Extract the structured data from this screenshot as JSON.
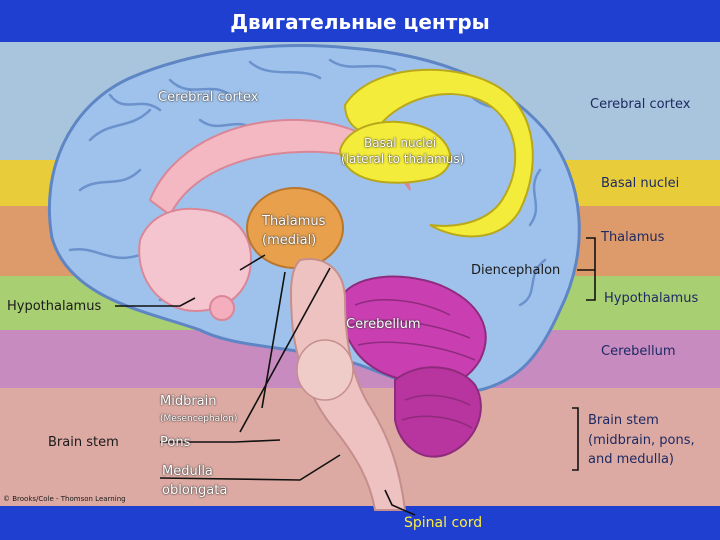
{
  "title": "Двигательные центры",
  "credit": "© Brooks/Cole - Thomson Learning",
  "colors": {
    "background": "#1f3fd0",
    "band_cerebral_cortex": "#a9c4dd",
    "band_basal_nuclei": "#e9cc3a",
    "band_thalamus": "#dd9a6a",
    "band_hypothalamus": "#a8cf72",
    "band_cerebellum": "#c78bc0",
    "band_brain_stem": "#dcaaa3",
    "cortex": "#9fc2ec",
    "basal_nuclei": "#f4ec3a",
    "thalamus": "#e8a04c",
    "cerebellum": "#c93fb2",
    "brainstem": "#eec2c0"
  },
  "diagram_labels": {
    "cerebral_cortex": "Cerebral cortex",
    "basal_nuclei": "Basal nuclei",
    "basal_nuclei_note": "(lateral to thalamus)",
    "thalamus": "Thalamus",
    "thalamus_note": "(medial)",
    "diencephalon": "Diencephalon",
    "hypothalamus": "Hypothalamus",
    "cerebellum": "Cerebellum",
    "midbrain": "Midbrain",
    "midbrain_note": "(Mesencephalon)",
    "pons": "Pons",
    "medulla_line1": "Medulla",
    "medulla_line2": "oblongata",
    "brain_stem": "Brain stem",
    "spinal_cord": "Spinal cord"
  },
  "right_legend": {
    "cerebral_cortex": "Cerebral cortex",
    "basal_nuclei": "Basal nuclei",
    "thalamus": "Thalamus",
    "hypothalamus": "Hypothalamus",
    "cerebellum": "Cerebellum",
    "brain_stem_line1": "Brain stem",
    "brain_stem_line2": "(midbrain, pons,",
    "brain_stem_line3": "and medulla)"
  }
}
